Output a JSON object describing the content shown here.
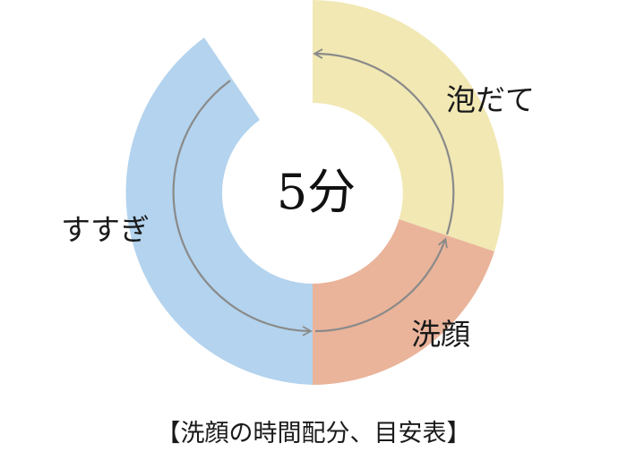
{
  "center_text": "5分",
  "segments": [
    {
      "label": "泡だて",
      "color": "#f1e8b4"
    },
    {
      "label": "洗顔",
      "color": "#eab49a"
    },
    {
      "label": "すすぎ",
      "color": "#b3d3ee"
    }
  ],
  "caption": "【洗顔の時間配分、目安表】",
  "arrow_color": "#8a8a8a"
}
